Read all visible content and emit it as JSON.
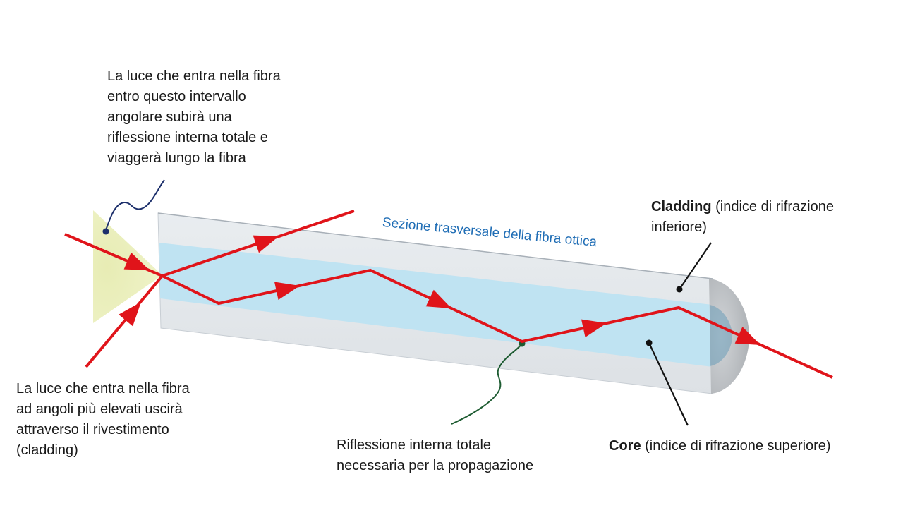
{
  "section_title": "Sezione trasversale della fibra ottica",
  "labels": {
    "acceptance": [
      "La luce che entra nella fibra",
      "entro questo intervallo",
      "angolare subirà una",
      "riflessione interna totale e",
      "viaggerà lungo la fibra"
    ],
    "escape": [
      "La luce che entra nella fibra",
      "ad angoli più elevati uscirà",
      "attraverso il rivestimento",
      "(cladding)"
    ],
    "tir": [
      "Riflessione interna totale",
      "necessaria per la propagazione"
    ],
    "cladding": {
      "bold": "Cladding",
      "line1_rest": " (indice di rifrazione",
      "line2": "inferiore)"
    },
    "core": {
      "bold": "Core",
      "rest": " (indice di rifrazione superiore)"
    }
  },
  "colors": {
    "ray": "#e0141a",
    "core": "#bfe3f2",
    "cladding": "#e4e8ec",
    "end_face": "#b9bdc1",
    "acceptance_cone": "#e8eca6",
    "title": "#1f6db5",
    "leader_acceptance": "#1c2f6b",
    "leader_tir": "#1e5c32",
    "leader_dark": "#111111"
  }
}
